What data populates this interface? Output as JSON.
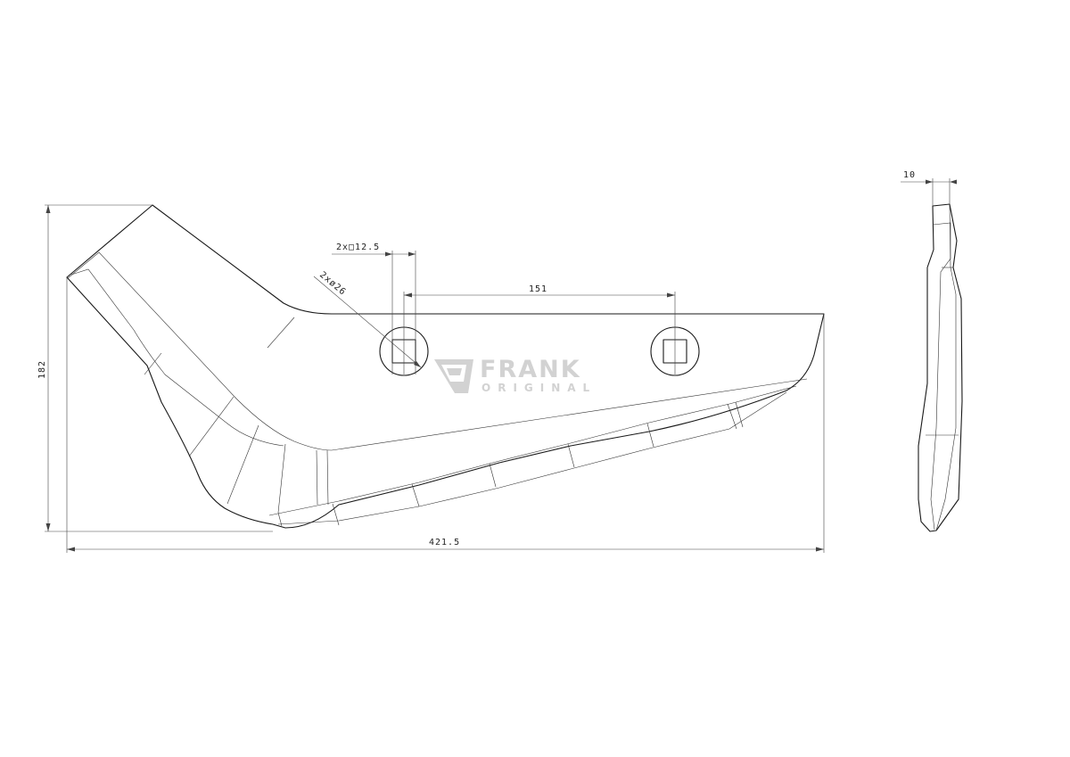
{
  "dimensions": {
    "overall_length": "421.5",
    "overall_height": "182",
    "hole_spacing": "151",
    "square_hole": "2x□12.5",
    "round_hole": "2xø26",
    "thickness": "10"
  },
  "watermark": {
    "brand": "FRANK",
    "subtitle": "ORIGINAL",
    "logo_icon": "frank-shield-icon",
    "color": "#d2d2d2"
  },
  "line_color": "#1a1a1a"
}
